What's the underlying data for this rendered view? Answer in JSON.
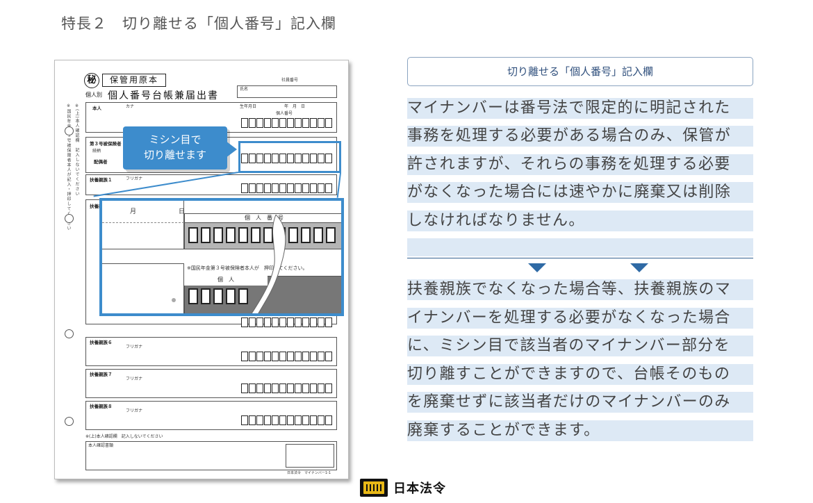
{
  "page": {
    "title": "特長２　切り離せる「個人番号」記入欄"
  },
  "form": {
    "secret_mark": "秘",
    "keep_label": "保管用原本",
    "title": "個人番号台帳兼届出書",
    "subtitle": "個人別",
    "top_right_label": "社員番号",
    "name_label": "氏名",
    "kana_label": "カナ",
    "self_label": "本人",
    "birth_label": "生年月日",
    "date_label": "年　月　日",
    "mynumber_label": "個人番号",
    "spouse_row_label": "第３号被保険者",
    "spouse_label": "配偶者",
    "furigana": "フリガナ",
    "family_label_1": "扶養親族１",
    "family_label_2": "扶養親族２",
    "family_label_6": "扶養親族６",
    "family_label_7": "扶養親族７",
    "family_label_8": "扶養親族８",
    "relation_label": "続柄",
    "nenkin_note": "※国民年金第３号被保険者本人が記入・押印してください",
    "bottom_label": "本人確認書類",
    "bottom_note": "※(上)本人確認欄　記入しないでください",
    "footer_code": "日本法令　マイナンバー1-1",
    "zoom_month": "月",
    "zoom_day": "日",
    "zoom_mynumber_label": "個　人　番　号",
    "zoom_note": "※国民年金第３号被保険者本人が　押印してください。",
    "zoom_person": "個　人"
  },
  "callout": {
    "line1": "ミシン目で",
    "line2": "切り離せます"
  },
  "right": {
    "heading": "切り離せる「個人番号」記入欄",
    "paragraph1": [
      "マイナンバーは番号法で限定的に明記された",
      "事務を処理する必要がある場合のみ、保管が",
      "許されますが、それらの事務を処理する必要",
      "がなくなった場合には速やかに廃棄又は削除",
      "しなければなりません。"
    ],
    "paragraph2": [
      "扶養親族でなくなった場合等、扶養親族のマ",
      "イナンバーを処理する必要がなくなった場合",
      "に、ミシン目で該当者のマイナンバー部分を",
      "切り離すことができますので、台帳そのもの",
      "を廃棄せずに該当者だけのマイナンバーのみ",
      "廃棄することができます。"
    ]
  },
  "logo": {
    "text": "日本法令",
    "icon": "nihon-horei-logo-icon"
  },
  "colors": {
    "accent": "#3d8ccc",
    "highlight": "#dde9f5",
    "heading_text": "#2f4f7c"
  }
}
